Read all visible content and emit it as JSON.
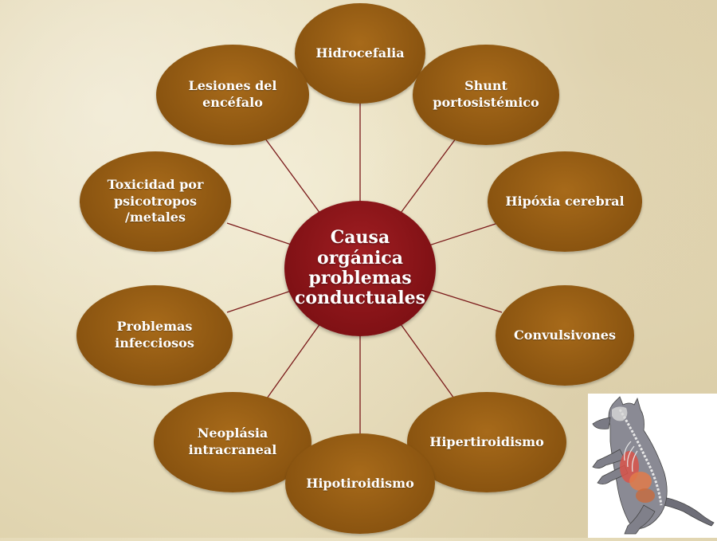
{
  "diagram": {
    "center_label": "Causa\norgánica\nproblemas\nconductuales",
    "nodes": [
      {
        "id": "hidrocefalia",
        "label": "Hidrocefalia"
      },
      {
        "id": "shunt",
        "label": "Shunt\nportosistémico"
      },
      {
        "id": "hipoxia",
        "label": "Hipóxia cerebral"
      },
      {
        "id": "convulsiones",
        "label": "Convulsivones"
      },
      {
        "id": "hipertiroidismo",
        "label": "Hipertiroidismo"
      },
      {
        "id": "hipotiroidismo",
        "label": "Hipotiroidismo"
      },
      {
        "id": "neoplasia",
        "label": "Neoplásia\nintracraneal"
      },
      {
        "id": "infecciosos",
        "label": "Problemas\ninfecciosos"
      },
      {
        "id": "toxicidad",
        "label": "Toxicidad por\npsicotropos\n/metales"
      },
      {
        "id": "lesiones",
        "label": "Lesiones del\nencéfalo"
      }
    ],
    "colors": {
      "node_fill": "#8a5410",
      "center_fill": "#7e1014",
      "connector": "#7a1a1a",
      "background": "#e9dfbf"
    }
  },
  "illustration": {
    "icon": "dog-anatomy-icon"
  }
}
